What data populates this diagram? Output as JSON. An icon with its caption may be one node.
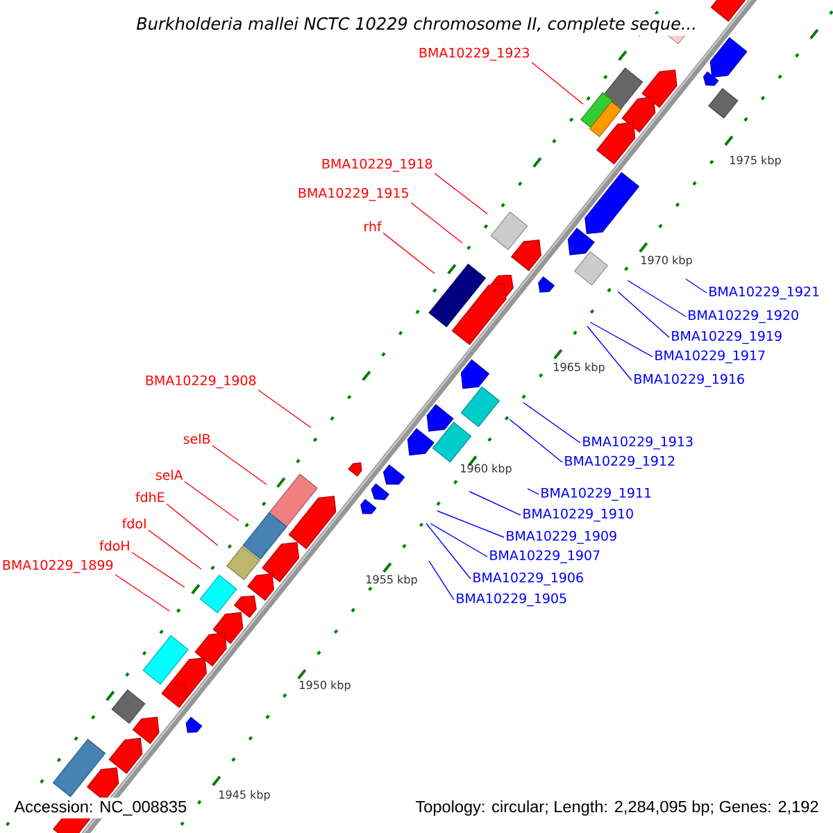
{
  "diagram": {
    "title": "Burkholderia mallei NCTC 10229 chromosome II, complete seque...",
    "nodes": [
      {
        "text": [
          "BMA10229_1923"
        ]
      },
      {
        "text": [
          "BMA10229_1918"
        ]
      },
      {
        "text": [
          "BMA10229_1915"
        ]
      },
      {
        "text": [
          "rhf"
        ]
      },
      {
        "text": [
          "BMA10229_1908"
        ]
      },
      {
        "text": [
          "selB"
        ]
      },
      {
        "text": [
          "selA"
        ]
      },
      {
        "text": [
          "fdhE"
        ]
      },
      {
        "text": [
          "fdoI"
        ]
      },
      {
        "text": [
          "fdoH"
        ]
      },
      {
        "text": [
          "BMA10229_1899"
        ]
      },
      {
        "text": [
          "BMA10229_1921"
        ]
      },
      {
        "text": [
          "BMA10229_1920"
        ]
      },
      {
        "text": [
          "BMA10229_1919"
        ]
      },
      {
        "text": [
          "BMA10229_1917"
        ]
      },
      {
        "text": [
          "BMA10229_1916"
        ]
      },
      {
        "text": [
          "BMA10229_1913"
        ]
      },
      {
        "text": [
          "BMA10229_1912"
        ]
      },
      {
        "text": [
          "BMA10229_1911"
        ]
      },
      {
        "text": [
          "BMA10229_1910"
        ]
      },
      {
        "text": [
          "BMA10229_1909"
        ]
      },
      {
        "text": [
          "BMA10229_1907"
        ]
      },
      {
        "text": [
          "BMA10229_1906"
        ]
      },
      {
        "text": [
          "BMA10229_1905"
        ]
      }
    ],
    "edges": [
      {
        "from": 0,
        "to": null,
        "arrow": "none",
        "color": "#ff0000"
      },
      {
        "from": 1,
        "to": null,
        "arrow": "none",
        "color": "#ff0000"
      },
      {
        "from": 2,
        "to": null,
        "arrow": "none",
        "color": "#ff0000"
      },
      {
        "from": 3,
        "to": null,
        "arrow": "none",
        "color": "#ff0000"
      },
      {
        "from": 4,
        "to": null,
        "arrow": "none",
        "color": "#ff0000"
      },
      {
        "from": 5,
        "to": null,
        "arrow": "none",
        "color": "#ff0000"
      },
      {
        "from": 6,
        "to": null,
        "arrow": "none",
        "color": "#ff0000"
      },
      {
        "from": 7,
        "to": null,
        "arrow": "none",
        "color": "#ff0000"
      },
      {
        "from": 8,
        "to": null,
        "arrow": "none",
        "color": "#ff0000"
      },
      {
        "from": 9,
        "to": null,
        "arrow": "none",
        "color": "#ff0000"
      },
      {
        "from": 10,
        "to": null,
        "arrow": "none",
        "color": "#ff0000"
      },
      {
        "from": 11,
        "to": null,
        "arrow": "none"
      },
      {
        "from": 12,
        "to": null,
        "arrow": "none"
      },
      {
        "from": 13,
        "to": null,
        "arrow": "none"
      },
      {
        "from": 14,
        "to": null,
        "arrow": "none"
      },
      {
        "from": 15,
        "to": null,
        "arrow": "none"
      },
      {
        "from": 16,
        "to": null,
        "arrow": "none"
      },
      {
        "from": 17,
        "to": null,
        "arrow": "none"
      },
      {
        "from": 18,
        "to": null,
        "arrow": "none"
      },
      {
        "from": 19,
        "to": null,
        "arrow": "none"
      },
      {
        "from": 20,
        "to": null,
        "arrow": "none"
      },
      {
        "from": 21,
        "to": null,
        "arrow": "none"
      },
      {
        "from": 22,
        "to": null,
        "arrow": "none"
      },
      {
        "from": 23,
        "to": null,
        "arrow": "none"
      }
    ],
    "labels": [
      "1975 kbp",
      "1970 kbp",
      "1965 kbp",
      "1960 kbp",
      "1955 kbp",
      "1950 kbp",
      "1945 kbp",
      "Accession: NC_008835",
      "Topology: circular; Length: 2,284,095 bp; Genes: 2,192"
    ]
  }
}
